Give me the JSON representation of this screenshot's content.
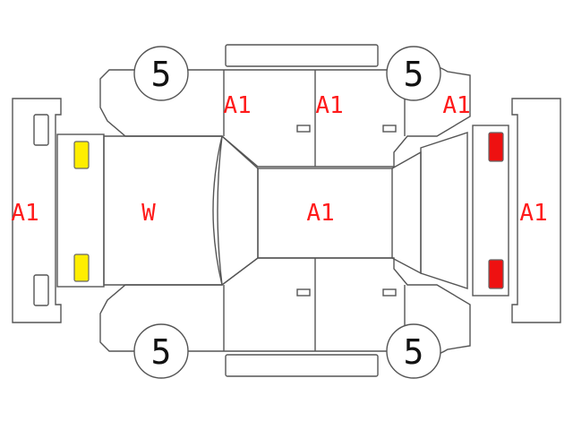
{
  "labels": {
    "front_bumper": "A1",
    "rear_bumper": "A1",
    "hood": "W",
    "roof": "A1",
    "left_front_door": "A1",
    "left_rear_door": "A1",
    "left_rear_fender": "A1",
    "wheel_front_left": "5",
    "wheel_rear_left": "5",
    "wheel_front_right": "5",
    "wheel_rear_right": "5"
  },
  "colors": {
    "label_red": "#ff1a1a",
    "headlight_yellow": "#ffee00",
    "taillight_red": "#ee1111",
    "outline": "#555555"
  }
}
